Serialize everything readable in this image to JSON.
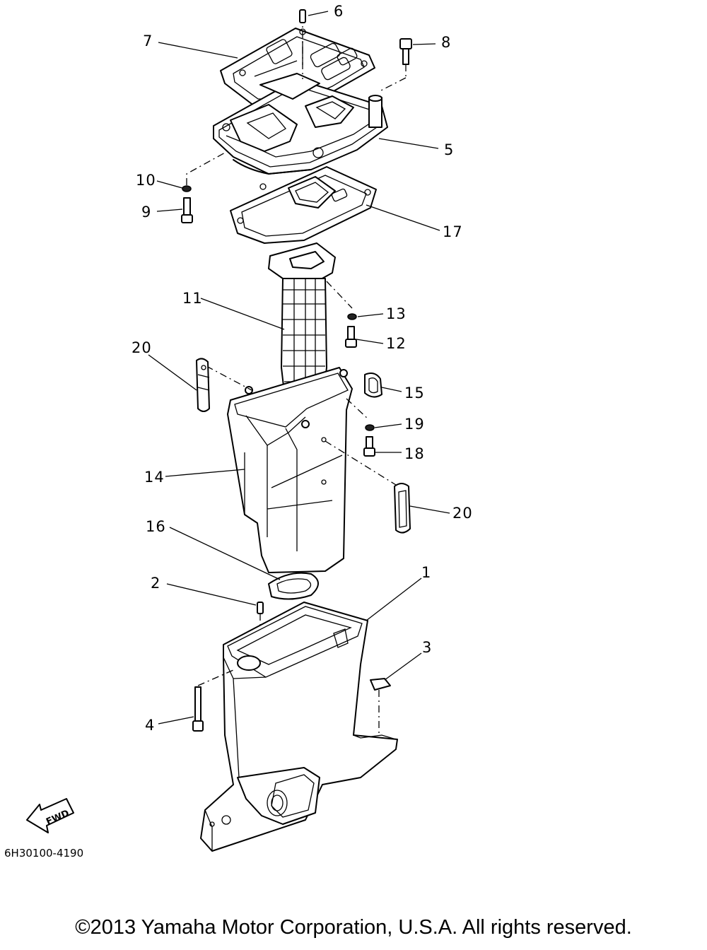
{
  "labels": {
    "p1": "1",
    "p2": "2",
    "p3": "3",
    "p4": "4",
    "p5": "5",
    "p6": "6",
    "p7": "7",
    "p8": "8",
    "p9": "9",
    "p10": "10",
    "p11": "11",
    "p12": "12",
    "p13": "13",
    "p14": "14",
    "p15": "15",
    "p16": "16",
    "p17": "17",
    "p18": "18",
    "p19": "19",
    "p20a": "20",
    "p20b": "20"
  },
  "fwd_label": "FWD",
  "part_code": "6H30100-4190",
  "copyright": "©2013 Yamaha Motor Corporation, U.S.A. All rights reserved."
}
